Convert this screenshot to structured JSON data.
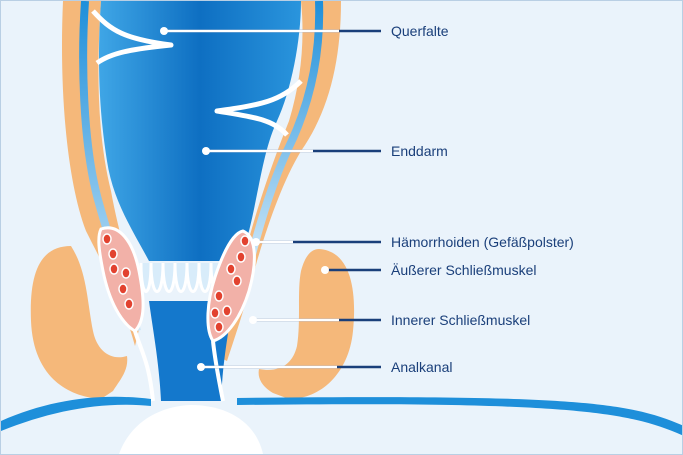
{
  "diagram": {
    "labels": {
      "querfalte": "Querfalte",
      "enddarm": "Enddarm",
      "haemorrhoiden": "Hämorrhoiden (Gefäßpolster)",
      "aeusserer": "Äußerer Schließmuskel",
      "innerer": "Innerer Schließmuskel",
      "analkanal": "Analkanal"
    },
    "colors": {
      "background": "#eaf3fb",
      "muscle": "#f5b87a",
      "lumen": "#1c8ad6",
      "lumen_dark": "#0b5fb0",
      "wall_blue": "#1e8fda",
      "cushion": "#f2b1a8",
      "dot": "#e2422f",
      "leader_line": "#1a3f7a",
      "label_text": "#1a3f7a"
    }
  }
}
